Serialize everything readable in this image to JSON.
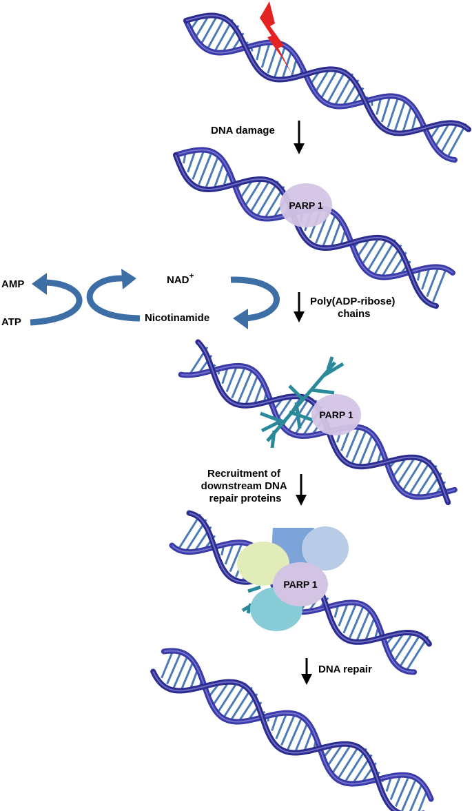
{
  "figure": {
    "title": "PARP1-mediated DNA repair pathway",
    "colors": {
      "dna_backbone": "#3a3aa8",
      "dna_backbone_highlight": "#8080e0",
      "base_pairs": "#4a7ab8",
      "lightning": "#e52222",
      "cycle_arrow": "#3d6fa6",
      "par_chains": "#2a8a9a",
      "parp1": "#d3c4e4",
      "protein_green": "#e2ecb8",
      "protein_blue_square": "#7ca4d8",
      "protein_light_blue": "#b8cce8",
      "protein_cyan": "#88ccd8",
      "step_arrow": "#000000"
    },
    "steps": [
      {
        "id": "damage",
        "arrow_label": "DNA damage"
      },
      {
        "id": "par",
        "arrow_label_lines": [
          "Poly(ADP-ribose)",
          "chains"
        ]
      },
      {
        "id": "recruit",
        "arrow_label_lines": [
          "Recruitment of",
          "downstream DNA",
          "repair proteins"
        ]
      },
      {
        "id": "repair",
        "arrow_label": "DNA repair"
      }
    ],
    "parp_label": "PARP 1",
    "cycle": {
      "nad": "NAD",
      "nad_sup": "+",
      "nicotinamide": "Nicotinamide",
      "amp": "AMP",
      "atp": "ATP"
    }
  }
}
